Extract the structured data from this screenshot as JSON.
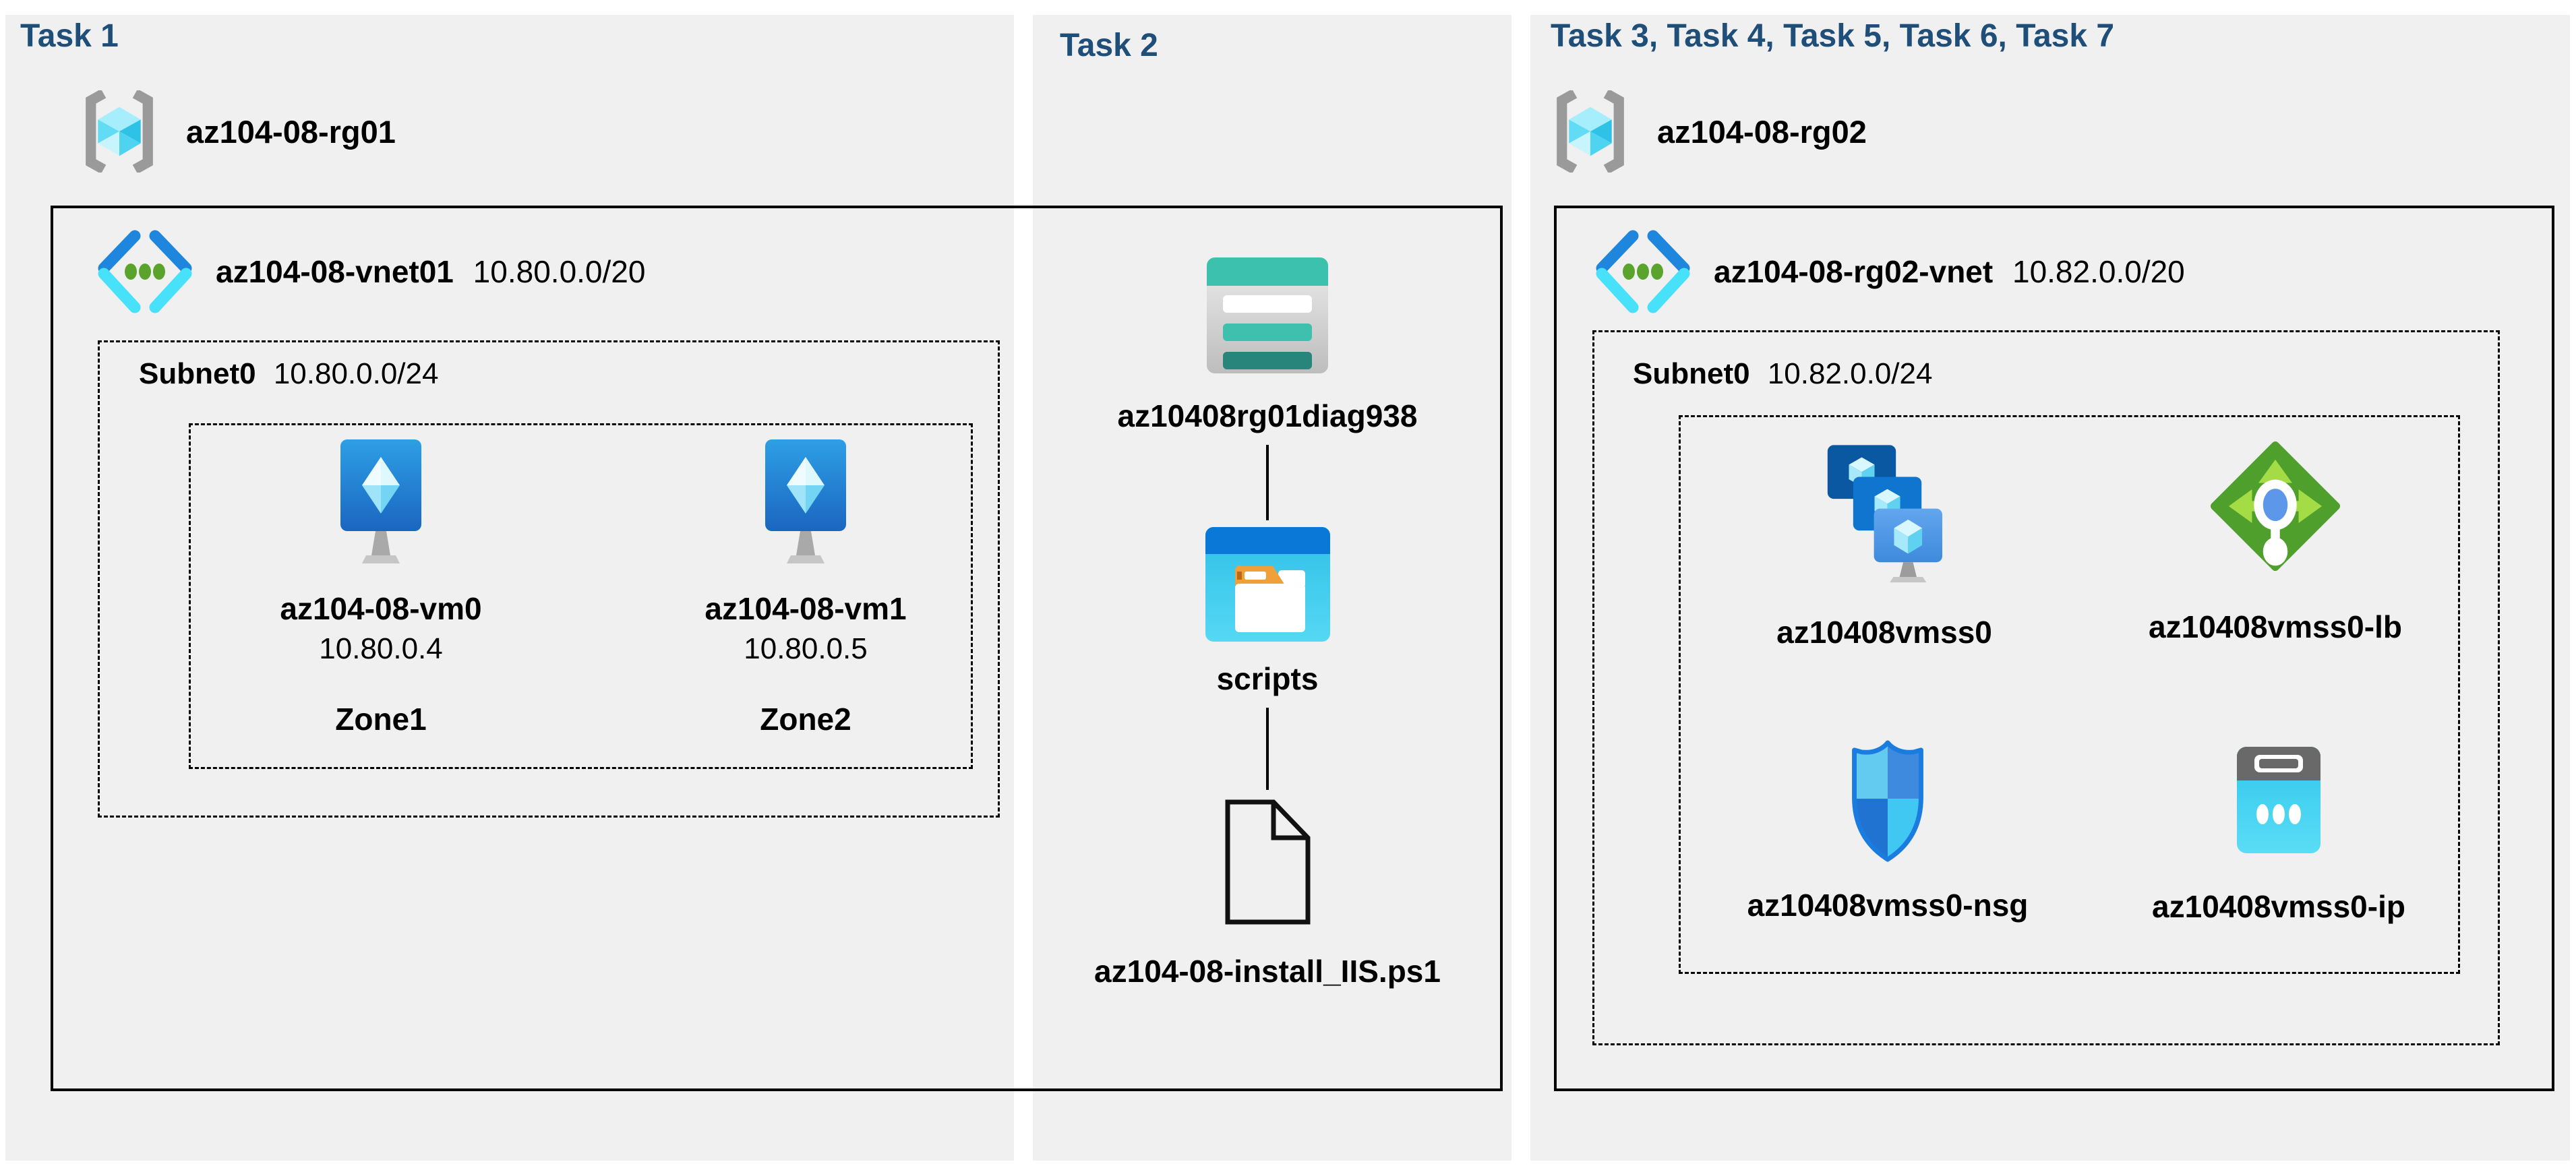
{
  "colors": {
    "page_bg": "#ffffff",
    "panel_bg": "#f0f0f1",
    "heading_text": "#1f4e79",
    "label_text": "#000000",
    "box_border": "#000000",
    "vnet_blue": "#1e86dc",
    "vnet_cyan": "#47e1fa",
    "vnet_dot_green": "#5aa32c",
    "storage_teal": "#3dc1af",
    "folder_blue": "#0a78d6",
    "folder_cyan": "#35c3ea",
    "lb_green": "#4f9f2d",
    "lb_arrow_green": "#a4dc46",
    "nsg_border_blue": "#1b7ce0",
    "ip_cyan": "#3fceef",
    "vm_blue": "#2386d8"
  },
  "icons": {
    "resource_group": "rg-brackets-cube-icon",
    "virtual_network": "vnet-chevrons-dots-icon",
    "virtual_machine": "vm-monitor-cube-icon",
    "storage_account": "storage-rows-icon",
    "blob_container": "folder-window-icon",
    "script_file": "document-outline-icon",
    "vm_scale_set": "stacked-monitors-icon",
    "load_balancer": "green-diamond-arrows-icon",
    "network_security_group": "shield-icon",
    "public_ip": "public-ip-box-icon"
  },
  "task1": {
    "title": "Task 1",
    "resource_group": "az104-08-rg01",
    "vnet_name": "az104-08-vnet01",
    "vnet_cidr": "10.80.0.0/20",
    "subnet_name": "Subnet0",
    "subnet_cidr": "10.80.0.0/24",
    "vms": [
      {
        "name": "az104-08-vm0",
        "ip": "10.80.0.4",
        "zone": "Zone1"
      },
      {
        "name": "az104-08-vm1",
        "ip": "10.80.0.5",
        "zone": "Zone2"
      }
    ]
  },
  "task2": {
    "title": "Task 2",
    "storage_account": "az10408rg01diag938",
    "container": "scripts",
    "script_file": "az104-08-install_IIS.ps1"
  },
  "task3": {
    "title": "Task 3, Task 4, Task 5, Task 6, Task 7",
    "resource_group": "az104-08-rg02",
    "vnet_name": "az104-08-rg02-vnet",
    "vnet_cidr": "10.82.0.0/20",
    "subnet_name": "Subnet0",
    "subnet_cidr": "10.82.0.0/24",
    "resources": [
      {
        "label": "az10408vmss0"
      },
      {
        "label": "az10408vmss0-lb"
      },
      {
        "label": "az10408vmss0-nsg"
      },
      {
        "label": "az10408vmss0-ip"
      }
    ]
  }
}
